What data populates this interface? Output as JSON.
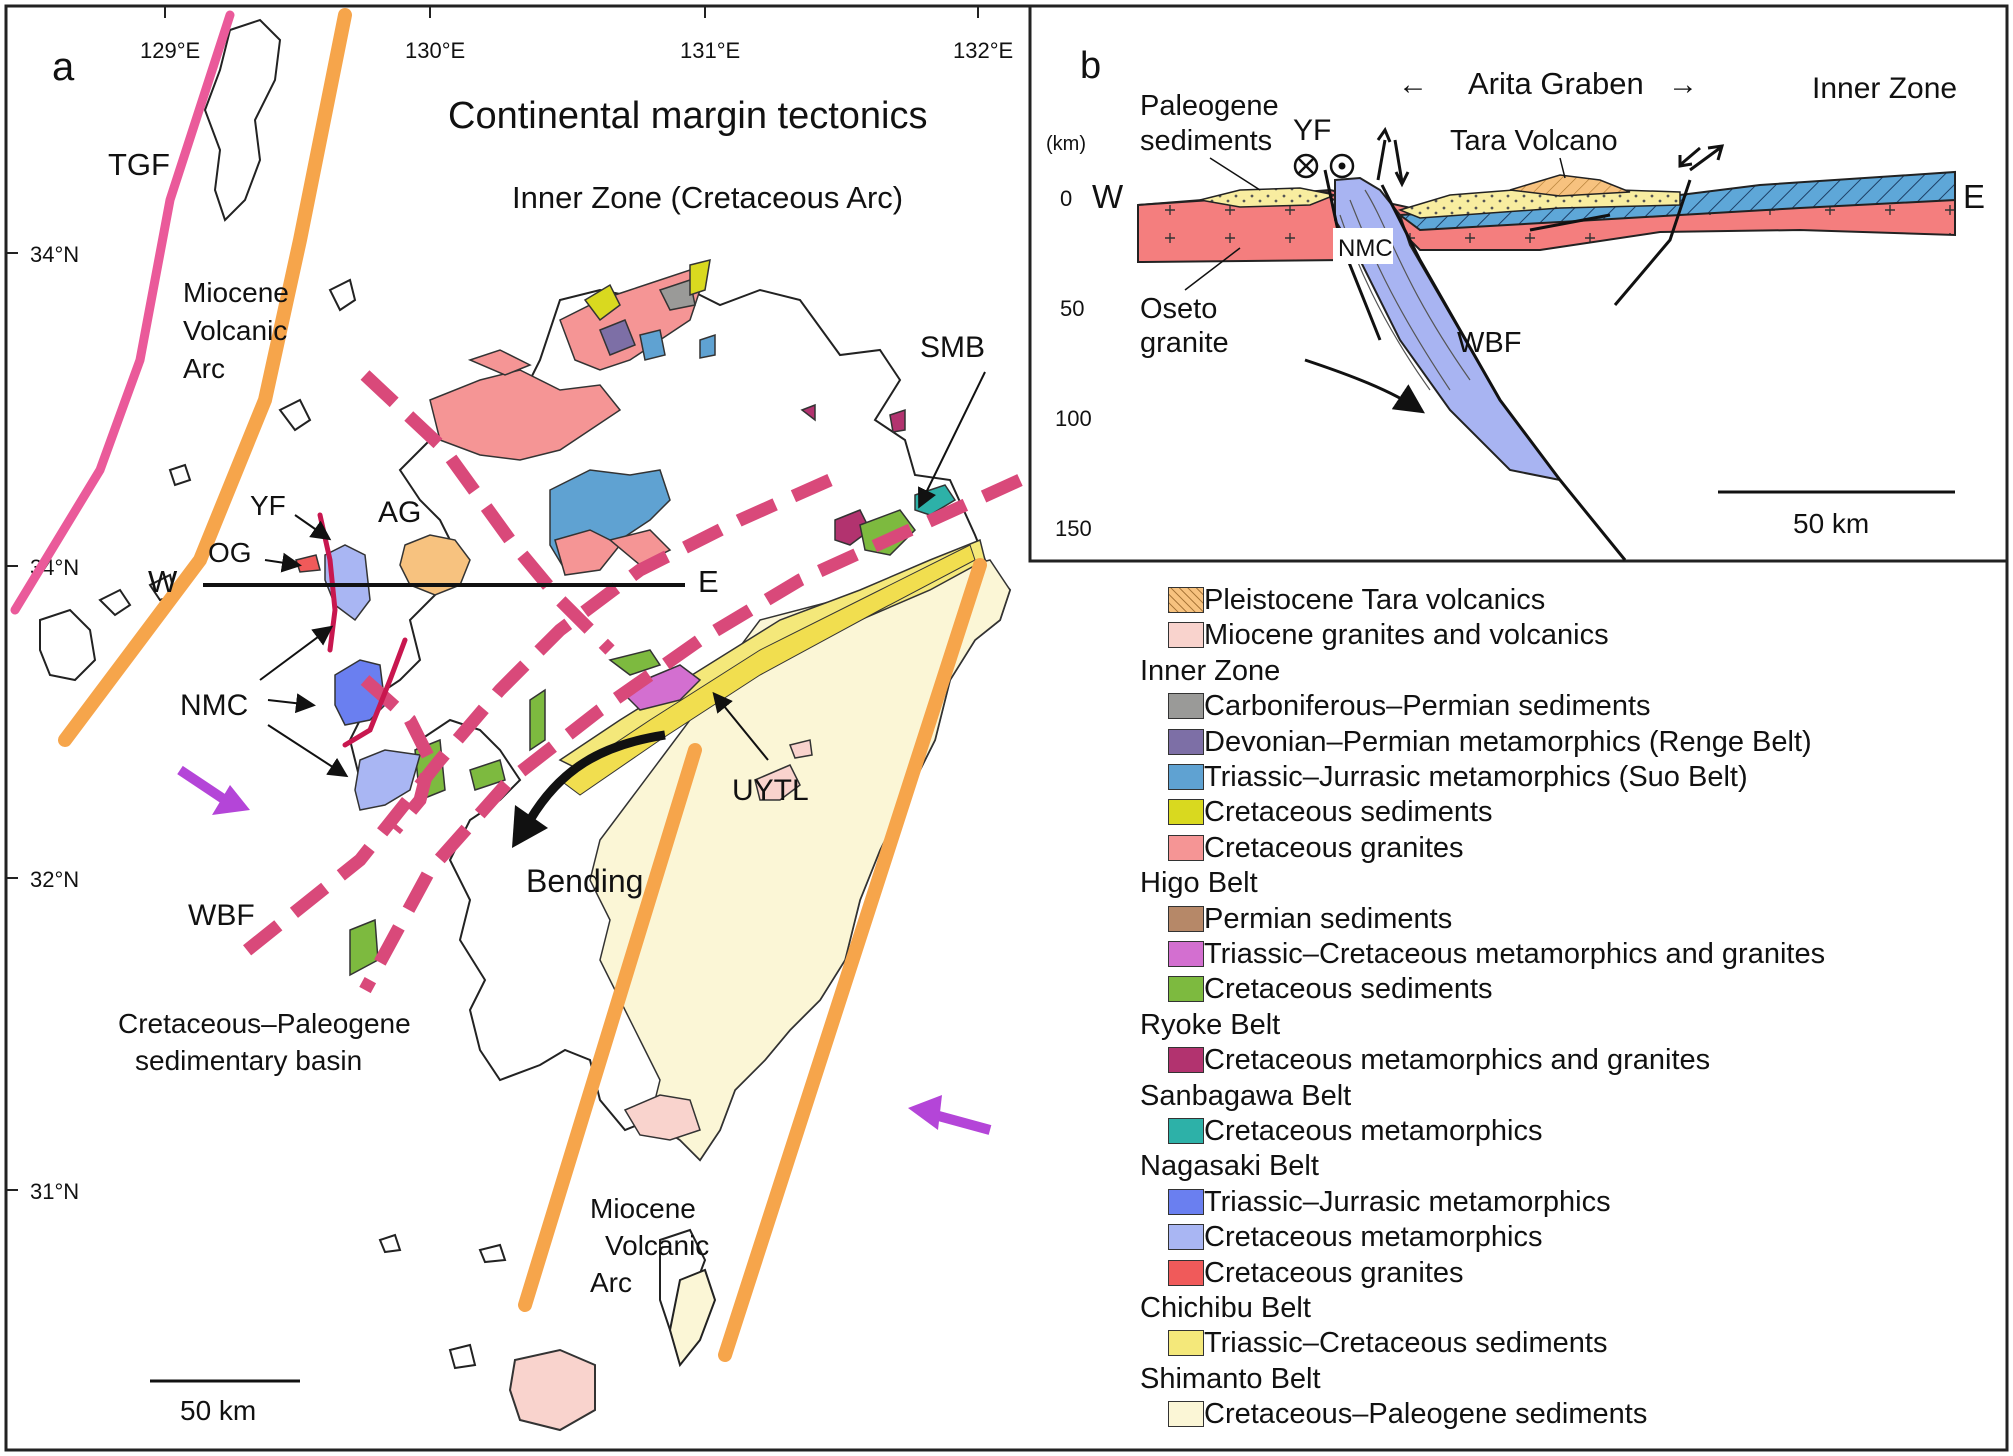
{
  "panel_a": {
    "label": "a",
    "title": "Continental margin tectonics",
    "subtitle": "Inner Zone (Cretaceous Arc)",
    "lon_ticks": [
      "129°E",
      "130°E",
      "131°E",
      "132°E"
    ],
    "lat_ticks": [
      "34°N",
      "34°N",
      "32°N",
      "31°N"
    ],
    "labels": {
      "tgf": "TGF",
      "miocene_arc_1": "Miocene",
      "miocene_arc_2": "Volcanic",
      "miocene_arc_3": "Arc",
      "yf": "YF",
      "ag": "AG",
      "og": "OG",
      "w": "W",
      "e": "E",
      "nmc": "NMC",
      "smb": "SMB",
      "uytl": "UYTL",
      "bending": "Bending",
      "wbf": "WBF",
      "basin_1": "Cretaceous–Paleogene",
      "basin_2": "sedimentary basin",
      "miocene_arc_south_1": "Miocene",
      "miocene_arc_south_2": "Volcanic",
      "miocene_arc_south_3": "Arc"
    },
    "scale_bar": "50 km"
  },
  "panel_b": {
    "label": "b",
    "header_left_arrow": "←",
    "header_title": "Arita Graben",
    "header_right_arrow": "→",
    "inner_zone": "Inner Zone",
    "depth_unit": "(km)",
    "depth_ticks": [
      "0",
      "50",
      "100",
      "150"
    ],
    "labels": {
      "paleogene_1": "Paleogene",
      "paleogene_2": "sediments",
      "yf": "YF",
      "tara": "Tara Volcano",
      "w": "W",
      "e": "E",
      "nmc": "NMC",
      "oseto_1": "Oseto",
      "oseto_2": "granite",
      "wbf": "WBF"
    },
    "scale_bar": "50 km"
  },
  "legend": [
    {
      "kind": "item",
      "label": "Pleistocene Tara volcanics",
      "color": "#f7c27f",
      "hatch": true
    },
    {
      "kind": "item",
      "label": "Miocene granites and volcanics",
      "color": "#f9d3cd"
    },
    {
      "kind": "head",
      "label": "Inner Zone"
    },
    {
      "kind": "item",
      "label": "Carboniferous–Permian sediments",
      "color": "#9a9a98"
    },
    {
      "kind": "item",
      "label": "Devonian–Permian metamorphics (Renge Belt)",
      "color": "#7d6fa6"
    },
    {
      "kind": "item",
      "label": "Triassic–Jurrasic metamorphics (Suo Belt)",
      "color": "#5fa2d2"
    },
    {
      "kind": "item",
      "label": "Cretaceous sediments",
      "color": "#d9d91f"
    },
    {
      "kind": "item",
      "label": "Cretaceous granites",
      "color": "#f59595"
    },
    {
      "kind": "head",
      "label": "Higo Belt"
    },
    {
      "kind": "item",
      "label": "Permian sediments",
      "color": "#b68868"
    },
    {
      "kind": "item",
      "label": "Triassic–Cretaceous metamorphics and granites",
      "color": "#d36fd0"
    },
    {
      "kind": "item",
      "label": "Cretaceous sediments",
      "color": "#7dba3f"
    },
    {
      "kind": "head",
      "label": "Ryoke Belt"
    },
    {
      "kind": "item",
      "label": "Cretaceous metamorphics and granites",
      "color": "#b2336f"
    },
    {
      "kind": "head",
      "label": "Sanbagawa Belt"
    },
    {
      "kind": "item",
      "label": "Cretaceous metamorphics",
      "color": "#2db1a8"
    },
    {
      "kind": "head",
      "label": "Nagasaki Belt"
    },
    {
      "kind": "item",
      "label": "Triassic–Jurrasic metamorphics",
      "color": "#6a7ff0"
    },
    {
      "kind": "item",
      "label": "Cretaceous metamorphics",
      "color": "#a9b6f3"
    },
    {
      "kind": "item",
      "label": "Cretaceous granites",
      "color": "#f05a5a"
    },
    {
      "kind": "head",
      "label": "Chichibu Belt"
    },
    {
      "kind": "item",
      "label": "Triassic–Cretaceous sediments",
      "color": "#f4e87a"
    },
    {
      "kind": "head",
      "label": "Shimanto Belt"
    },
    {
      "kind": "item",
      "label": "Cretaceous–Paleogene sediments",
      "color": "#fbf6d6"
    }
  ],
  "colors": {
    "miocene_arc_line": "#f6a54b",
    "tgf_line": "#ea5a9a",
    "fault_dashed": "#d9497a",
    "nmc_fault": "#c8174f",
    "compression_arrow": "#b445d8",
    "oseto_granite": "#f47e7e",
    "nmc_wedge": "#a8b4f2",
    "inner_zone_block": "#5ea7d8",
    "paleogene_sed": "#f8eda0",
    "tara_volcano": "#f5c383"
  }
}
